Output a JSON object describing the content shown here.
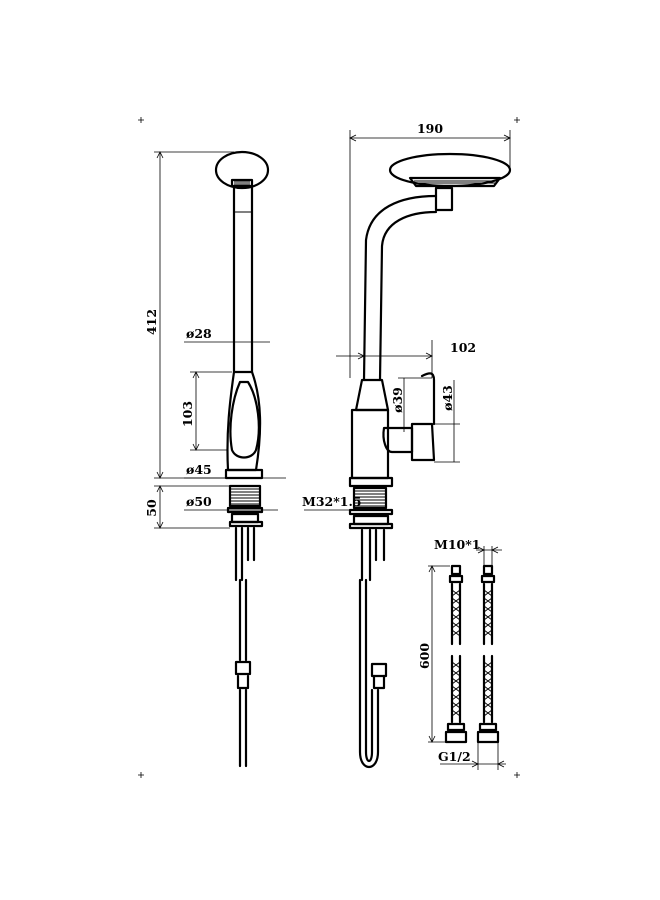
{
  "dimensions": {
    "side_height": "412",
    "handle_height": "103",
    "spout_dia": "ø28",
    "body_dia": "ø45",
    "base_dia": "ø50",
    "shank_length": "50",
    "reach": "190",
    "handle_reach": "102",
    "lever_dia_a": "ø39",
    "lever_dia_b": "ø43",
    "thread": "M32*1.5",
    "hose_thread": "M10*1",
    "hose_length": "600",
    "hose_connector": "G1/2"
  }
}
